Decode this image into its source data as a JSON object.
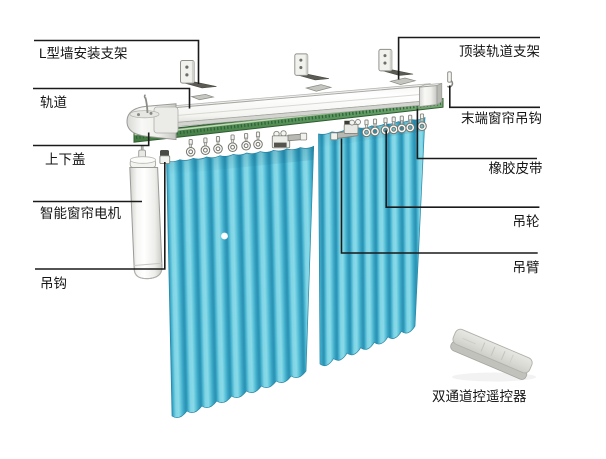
{
  "diagram": {
    "type": "labeled-parts-diagram",
    "subject": "smart curtain motor track system",
    "background": "#ffffff",
    "labels_left": [
      {
        "id": "wall-bracket",
        "text": "L型墙安装支架"
      },
      {
        "id": "track",
        "text": "轨道"
      },
      {
        "id": "cover",
        "text": "上下盖"
      },
      {
        "id": "motor",
        "text": "智能窗帘电机"
      },
      {
        "id": "hook",
        "text": "吊钩"
      }
    ],
    "labels_right": [
      {
        "id": "ceiling-bracket",
        "text": "顶装轨道支架"
      },
      {
        "id": "end-hook",
        "text": "末端窗帘吊钩"
      },
      {
        "id": "belt",
        "text": "橡胶皮带"
      },
      {
        "id": "roller",
        "text": "吊轮"
      },
      {
        "id": "arm",
        "text": "吊臂"
      },
      {
        "id": "remote",
        "text": "双通道控遥控器"
      }
    ],
    "colors": {
      "leader_line": "#1a1a1a",
      "curtain_cyan": "#4fc0da",
      "belt_green": "#4e8a52",
      "metal_white": "#f2f2ef",
      "metal_gray": "#b9b9b4"
    }
  }
}
